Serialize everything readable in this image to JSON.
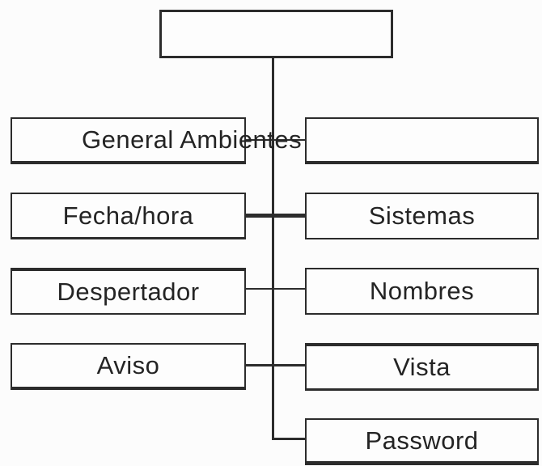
{
  "diagram": {
    "type": "menu-tree",
    "root": {
      "label": ""
    },
    "left_column": [
      {
        "label": "General Ambientes"
      },
      {
        "label": "Fecha/hora"
      },
      {
        "label": "Despertador"
      },
      {
        "label": "Aviso"
      }
    ],
    "right_column": [
      {
        "label": ""
      },
      {
        "label": "Sistemas"
      },
      {
        "label": "Nombres"
      },
      {
        "label": "Vista"
      },
      {
        "label": "Password"
      }
    ],
    "colors": {
      "line": "#2c2c2c",
      "text": "#242424",
      "background": "#fcfcfc",
      "node_fill": "#fdfdfd"
    }
  }
}
